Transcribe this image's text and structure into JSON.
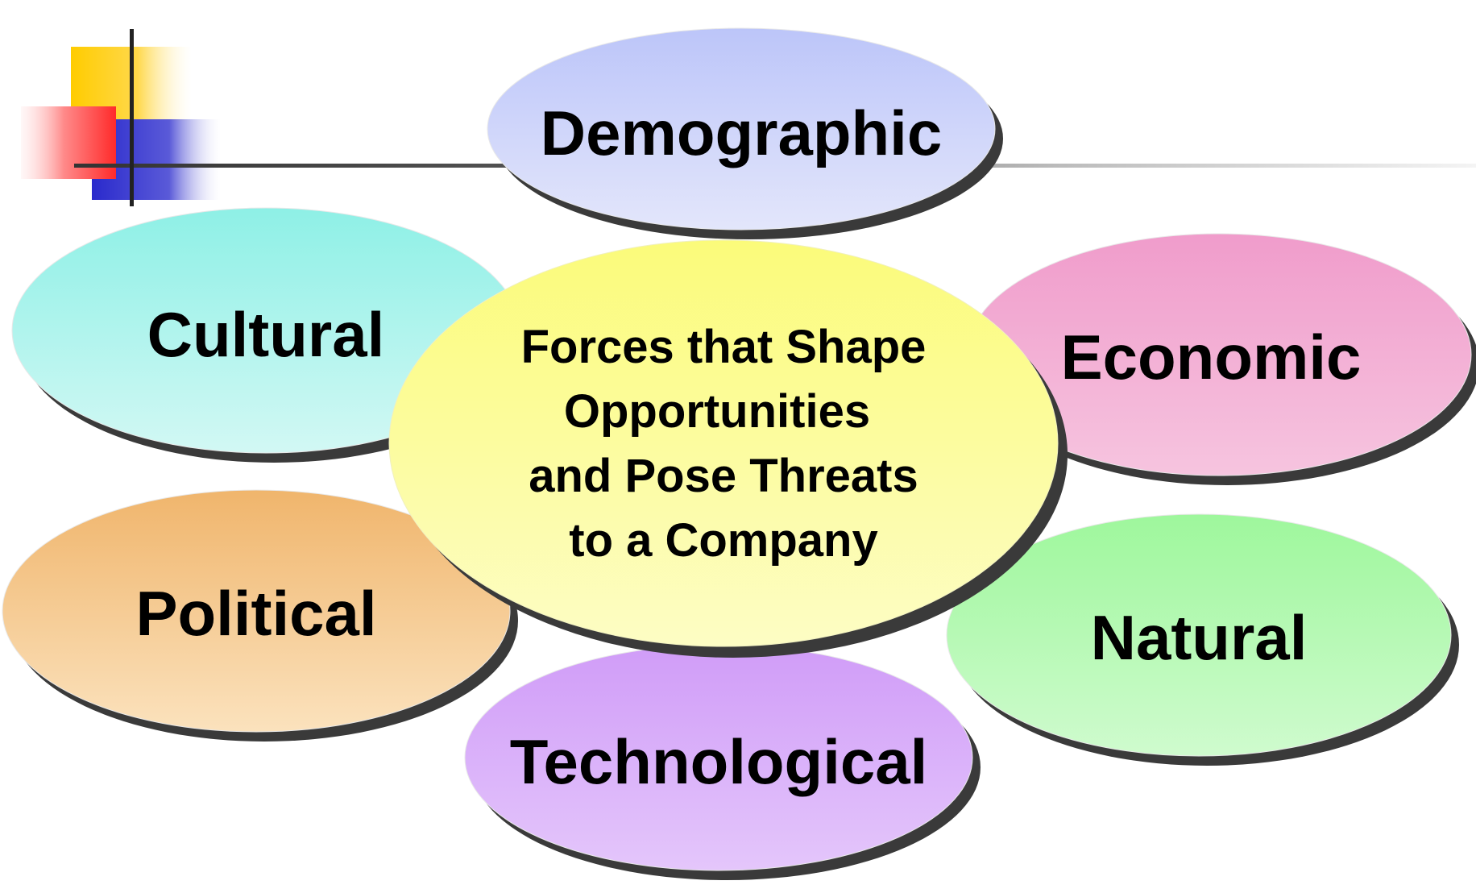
{
  "diagram": {
    "center": {
      "lines": [
        "Forces that Shape",
        "Opportunities",
        "and Pose Threats",
        "to a Company"
      ],
      "color": "#fdfd8c"
    },
    "forces": [
      {
        "id": "demographic",
        "label": "Demographic",
        "color": "#c6ccf8"
      },
      {
        "id": "cultural",
        "label": "Cultural",
        "color": "#96f0e6"
      },
      {
        "id": "economic",
        "label": "Economic",
        "color": "#f2a2d0"
      },
      {
        "id": "political",
        "label": "Political",
        "color": "#f0bb78"
      },
      {
        "id": "natural",
        "label": "Natural",
        "color": "#a8f7a6"
      },
      {
        "id": "technological",
        "label": "Technological",
        "color": "#d4a2f8"
      }
    ]
  },
  "decoration": {
    "yellow": "#ffcc00",
    "red": "#ff3333",
    "blue": "#3333cc",
    "line": "#333333"
  }
}
